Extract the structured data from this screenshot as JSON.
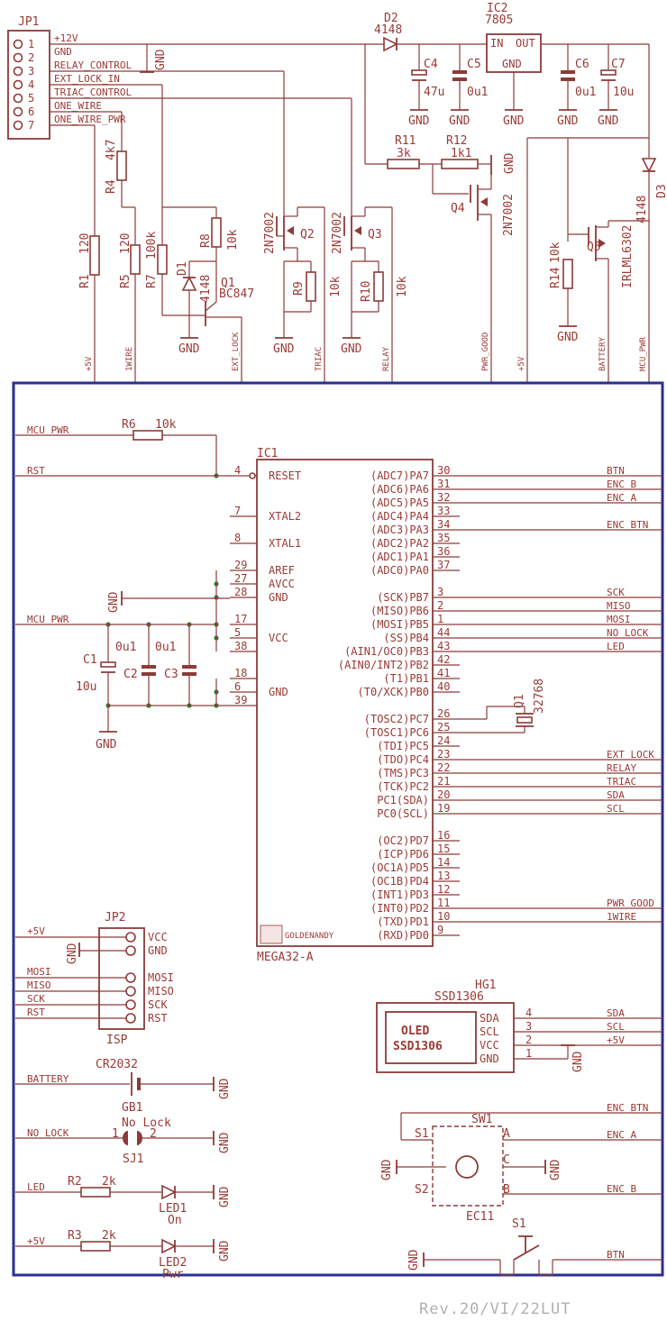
{
  "jp1": {
    "name": "JP1",
    "pins": [
      "1",
      "2",
      "3",
      "4",
      "5",
      "6",
      "7"
    ],
    "signals": [
      "+12V",
      "GND",
      "RELAY_CONTROL",
      "EXT_LOCK_IN",
      "TRIAC_CONTROL",
      "ONE_WIRE",
      "ONE_WIRE_PWR"
    ]
  },
  "top": {
    "gnd": "GND",
    "d2": {
      "name": "D2",
      "value": "4148"
    },
    "d3": {
      "name": "D3",
      "value": "4148"
    },
    "ic2": {
      "name": "IC2",
      "value": "7805",
      "in": "IN",
      "out": "OUT",
      "gnd": "GND"
    },
    "c4": {
      "name": "C4",
      "value": "47u"
    },
    "c5": {
      "name": "C5",
      "value": "0u1"
    },
    "c6": {
      "name": "C6",
      "value": "0u1"
    },
    "c7": {
      "name": "C7",
      "value": "10u"
    },
    "r11": {
      "name": "R11",
      "value": "3k"
    },
    "r12": {
      "name": "R12",
      "value": "1k1"
    },
    "q4": {
      "name": "Q4",
      "value": "2N7002"
    },
    "q5": {
      "name": "Q5",
      "value": "IRLML6302"
    },
    "r14": {
      "name": "R14",
      "value": "10k"
    },
    "r1": {
      "name": "R1",
      "value": "120"
    },
    "r4": {
      "name": "R4",
      "value": "4k7"
    },
    "r5": {
      "name": "R5",
      "value": "120"
    },
    "r7": {
      "name": "R7",
      "value": "100k"
    },
    "r8": {
      "name": "R8",
      "value": "10k"
    },
    "d1": {
      "name": "D1",
      "value": "4148"
    },
    "q1": {
      "name": "Q1",
      "value": "BC847"
    },
    "q2": {
      "name": "Q2",
      "value": "2N7002"
    },
    "q3": {
      "name": "Q3",
      "value": "2N7002"
    },
    "r9": {
      "name": "R9",
      "value": "10k"
    },
    "r10": {
      "name": "R10",
      "value": "10k"
    },
    "ports": [
      "+5V",
      "1WIRE",
      "EXT_LOCK",
      "TRIAC",
      "RELAY",
      "PWR_GOOD",
      "+5V",
      "BATTERY",
      "MCU_PWR"
    ]
  },
  "mcu": {
    "name": "IC1",
    "value": "MEGA32-A",
    "logo": "GOLDENANDY",
    "left_pins": [
      {
        "num": "4",
        "label": "RESET"
      },
      {
        "num": "7",
        "label": "XTAL2"
      },
      {
        "num": "8",
        "label": "XTAL1"
      },
      {
        "num": "29",
        "label": "AREF"
      },
      {
        "num": "27",
        "label": "AVCC"
      },
      {
        "num": "28",
        "label": "GND"
      },
      {
        "num": "17",
        "label": ""
      },
      {
        "num": "5",
        "label": "VCC"
      },
      {
        "num": "38",
        "label": ""
      },
      {
        "num": "18",
        "label": ""
      },
      {
        "num": "6",
        "label": "GND"
      },
      {
        "num": "39",
        "label": ""
      }
    ],
    "right_pins": [
      {
        "num": "30",
        "label": "(ADC7)PA7",
        "net": "BTN"
      },
      {
        "num": "31",
        "label": "(ADC6)PA6",
        "net": "ENC_B"
      },
      {
        "num": "32",
        "label": "(ADC5)PA5",
        "net": "ENC_A"
      },
      {
        "num": "33",
        "label": "(ADC4)PA4",
        "net": ""
      },
      {
        "num": "34",
        "label": "(ADC3)PA3",
        "net": "ENC_BTN"
      },
      {
        "num": "35",
        "label": "(ADC2)PA2",
        "net": ""
      },
      {
        "num": "36",
        "label": "(ADC1)PA1",
        "net": ""
      },
      {
        "num": "37",
        "label": "(ADC0)PA0",
        "net": ""
      },
      {
        "num": "3",
        "label": "(SCK)PB7",
        "net": "SCK"
      },
      {
        "num": "2",
        "label": "(MISO)PB6",
        "net": "MISO"
      },
      {
        "num": "1",
        "label": "(MOSI)PB5",
        "net": "MOSI"
      },
      {
        "num": "44",
        "label": "(SS)PB4",
        "net": "NO_LOCK"
      },
      {
        "num": "43",
        "label": "(AIN1/OC0)PB3",
        "net": "LED"
      },
      {
        "num": "42",
        "label": "(AIN0/INT2)PB2",
        "net": ""
      },
      {
        "num": "41",
        "label": "(T1)PB1",
        "net": ""
      },
      {
        "num": "40",
        "label": "(T0/XCK)PB0",
        "net": ""
      },
      {
        "num": "26",
        "label": "(TOSC2)PC7",
        "net": ""
      },
      {
        "num": "25",
        "label": "(TOSC1)PC6",
        "net": ""
      },
      {
        "num": "24",
        "label": "(TDI)PC5",
        "net": ""
      },
      {
        "num": "23",
        "label": "(TDO)PC4",
        "net": "EXT_LOCK"
      },
      {
        "num": "22",
        "label": "(TMS)PC3",
        "net": "RELAY"
      },
      {
        "num": "21",
        "label": "(TCK)PC2",
        "net": "TRIAC"
      },
      {
        "num": "20",
        "label": "PC1(SDA)",
        "net": "SDA"
      },
      {
        "num": "19",
        "label": "PC0(SCL)",
        "net": "SCL"
      },
      {
        "num": "16",
        "label": "(OC2)PD7",
        "net": ""
      },
      {
        "num": "15",
        "label": "(ICP)PD6",
        "net": ""
      },
      {
        "num": "14",
        "label": "(OC1A)PD5",
        "net": ""
      },
      {
        "num": "13",
        "label": "(OC1B)PD4",
        "net": ""
      },
      {
        "num": "12",
        "label": "(INT1)PD3",
        "net": ""
      },
      {
        "num": "11",
        "label": "(INT0)PD2",
        "net": "PWR_GOOD"
      },
      {
        "num": "10",
        "label": "(TXD)PD1",
        "net": "1WIRE"
      },
      {
        "num": "9",
        "label": "(RXD)PD0",
        "net": ""
      }
    ],
    "left_nets": {
      "mcu_pwr_top": "MCU_PWR",
      "rst": "RST",
      "gnd": "GND",
      "mcu_pwr_mid": "MCU_PWR"
    },
    "r6": {
      "name": "R6",
      "value": "10k"
    },
    "c1": {
      "name": "C1",
      "value": "10u"
    },
    "c2": {
      "name": "C2",
      "value": "0u1"
    },
    "c3": {
      "name": "C3",
      "value": "0u1"
    },
    "gnd": "GND",
    "q1": {
      "name": "Q1",
      "value": "32768"
    }
  },
  "isp": {
    "name": "JP2",
    "caption": "ISP",
    "nets": [
      "+5V",
      "GND",
      "MOSI",
      "MISO",
      "SCK",
      "RST"
    ],
    "pins": [
      "VCC",
      "GND",
      "MOSI",
      "MISO",
      "SCK",
      "RST"
    ]
  },
  "oled": {
    "name": "HG1",
    "value": "SSD1306",
    "screen_line1": "OLED",
    "screen_line2": "SSD1306",
    "pins": [
      {
        "num": "4",
        "label": "SDA",
        "net": "SDA"
      },
      {
        "num": "3",
        "label": "SCL",
        "net": "SCL"
      },
      {
        "num": "2",
        "label": "VCC",
        "net": "+5V"
      },
      {
        "num": "1",
        "label": "GND",
        "net": ""
      }
    ],
    "gnd": "GND"
  },
  "encoder": {
    "name": "SW1",
    "value": "EC11",
    "pins": [
      "S1",
      "S2",
      "A",
      "C",
      "B"
    ],
    "nets": [
      "ENC_BTN",
      "ENC_A",
      "ENC_B"
    ],
    "gnd": "GND"
  },
  "button": {
    "name": "S1",
    "net": "BTN",
    "gnd": "GND"
  },
  "battery": {
    "name": "GB1",
    "value": "CR2032",
    "net": "BATTERY",
    "gnd": "GND"
  },
  "jumper": {
    "name": "SJ1",
    "value": "No Lock",
    "pin1": "1",
    "pin2": "2",
    "net": "NO_LOCK",
    "gnd": "GND"
  },
  "led1": {
    "name": "LED1",
    "value": "On",
    "r": {
      "name": "R2",
      "value": "2k"
    },
    "net": "LED",
    "gnd": "GND"
  },
  "led2": {
    "name": "LED2",
    "value": "Pwr",
    "r": {
      "name": "R3",
      "value": "2k"
    },
    "net": "+5V",
    "gnd": "GND"
  },
  "revision": "Rev.20/VI/22LUT"
}
